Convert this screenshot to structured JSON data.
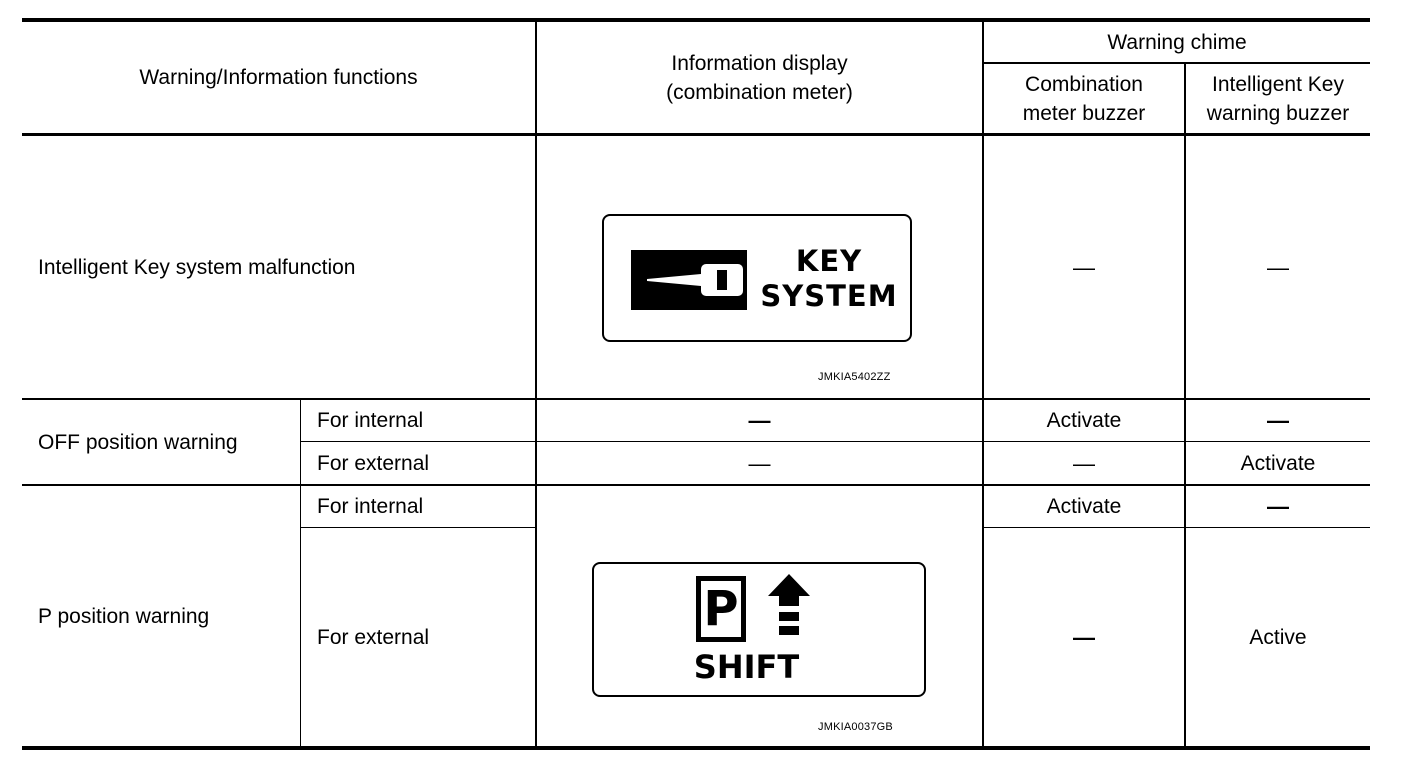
{
  "header": {
    "functions": "Warning/Information functions",
    "info_display_line1": "Information display",
    "info_display_line2": "(combination meter)",
    "warning_chime": "Warning chime",
    "combination_line1": "Combination",
    "combination_line2": "meter buzzer",
    "intelligent_line1": "Intelligent Key",
    "intelligent_line2": "warning buzzer"
  },
  "rows": {
    "key_malfunction": {
      "label": "Intelligent Key system malfunction",
      "display_line1": "KEY",
      "display_line2": "SYSTEM",
      "image_code": "JMKIA5402ZZ",
      "combination": "—",
      "intelligent": "—"
    },
    "off_position": {
      "label": "OFF position warning",
      "internal": {
        "sub": "For internal",
        "display": "—",
        "combination": "Activate",
        "intelligent": "—"
      },
      "external": {
        "sub": "For external",
        "display": "—",
        "combination": "—",
        "intelligent": "Activate"
      }
    },
    "p_position": {
      "label": "P position warning",
      "display_letter": "P",
      "display_text": "SHIFT",
      "image_code": "JMKIA0037GB",
      "internal": {
        "sub": "For internal",
        "combination": "Activate",
        "intelligent": "—"
      },
      "external": {
        "sub": "For external",
        "combination": "—",
        "intelligent": "Active"
      }
    }
  }
}
